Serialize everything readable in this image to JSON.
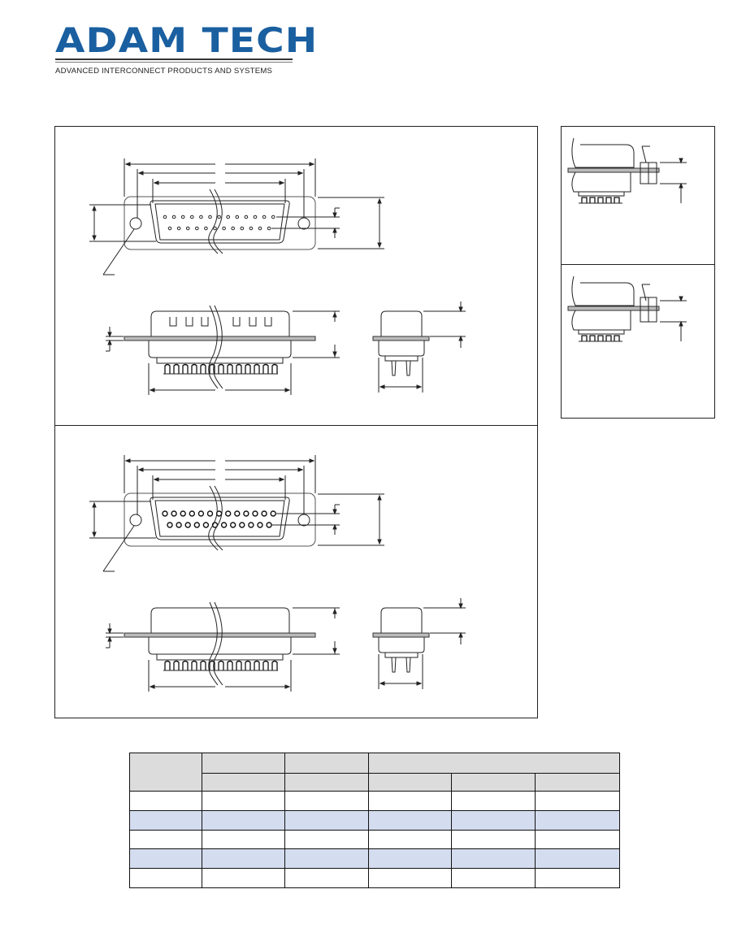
{
  "header": {
    "logo_text": "ADAM TECH",
    "tagline": "ADVANCED INTERCONNECT PRODUCTS AND SYSTEMS",
    "brand_color": "#1a5fa0"
  },
  "drawings": {
    "views": [
      "male-connector-front",
      "male-connector-side",
      "male-connector-end",
      "female-connector-front",
      "female-connector-side",
      "female-connector-end",
      "mounting-option-1",
      "mounting-option-2"
    ]
  },
  "table": {
    "header_fill": "#dcdcdc",
    "alt_row_fill": "#d4ddef",
    "rows": 5,
    "columns": 6
  }
}
